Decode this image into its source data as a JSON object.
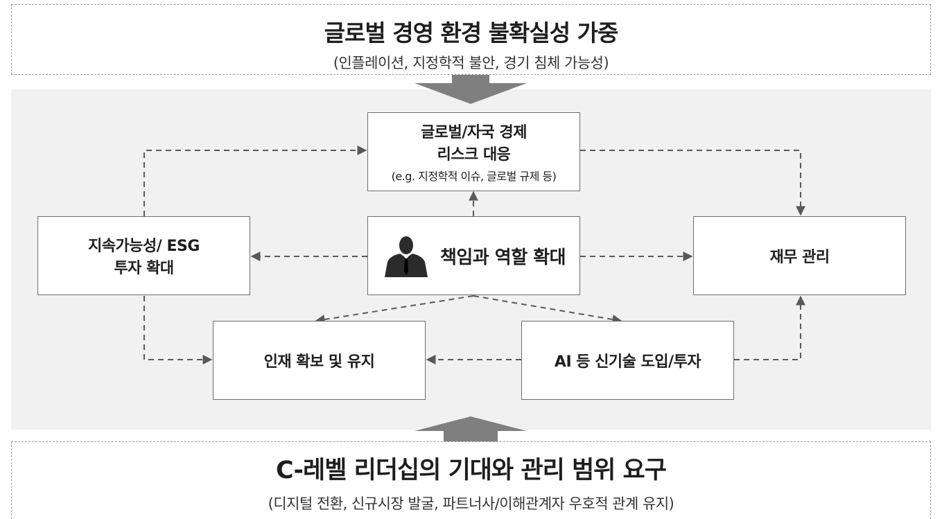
{
  "top_context": {
    "title": "글로벌 경영 환경 불확실성 가중",
    "subtitle": "(인플레이션, 지정학적 불안, 경기 침체 가능성)"
  },
  "bottom_context": {
    "title": "C-레벨 리더십의 기대와 관리 범위 요구",
    "subtitle": "(디지털 전환, 신규시장 발굴, 파트너사/이해관계자 우호적 관계 유지)"
  },
  "nodes": {
    "risk": {
      "line1": "글로벌/자국 경제",
      "line2": "리스크 대응",
      "note": "(e.g. 지정학적 이슈, 글로벌 규제 등)"
    },
    "esg": {
      "line1": "지속가능성/ ESG",
      "line2": "투자 확대"
    },
    "center": {
      "label": "책임과 역할 확대",
      "icon": "businessman-icon"
    },
    "finance": {
      "label": "재무 관리"
    },
    "talent": {
      "label": "인재 확보 및 유지"
    },
    "ai": {
      "label": "AI 등 신기술 도입/투자"
    }
  },
  "colors": {
    "panel_bg": "#f1f1f1",
    "arrow": "#595959",
    "block_arrow": "#7f7f7f",
    "border": "#6d6d6d"
  }
}
